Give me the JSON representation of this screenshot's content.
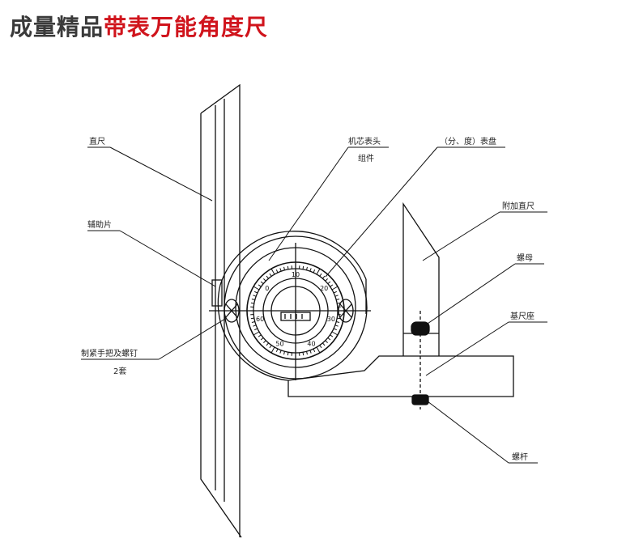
{
  "header": {
    "title_dark": "成量精品",
    "title_red": "带表万能角度尺"
  },
  "colors": {
    "title_dark": "#3a3a3a",
    "title_red": "#d0141c",
    "line": "#111111"
  },
  "labels": {
    "main_ruler": "直尺",
    "center_head_1": "机芯表头",
    "center_head_2": "组件",
    "dial": "（分、度）表盘",
    "aux_straight_ruler": "附加直尺",
    "spacer_plate": "辅助片",
    "nut": "螺母",
    "base_ruler": "基尺座",
    "lock_screw_1": "制紧手把及螺钉",
    "lock_screw_2": "2套",
    "screw_rod": "螺杆"
  },
  "dial": {
    "numbers": [
      "10",
      "20",
      "30",
      "40",
      "50",
      "60",
      "0"
    ]
  }
}
